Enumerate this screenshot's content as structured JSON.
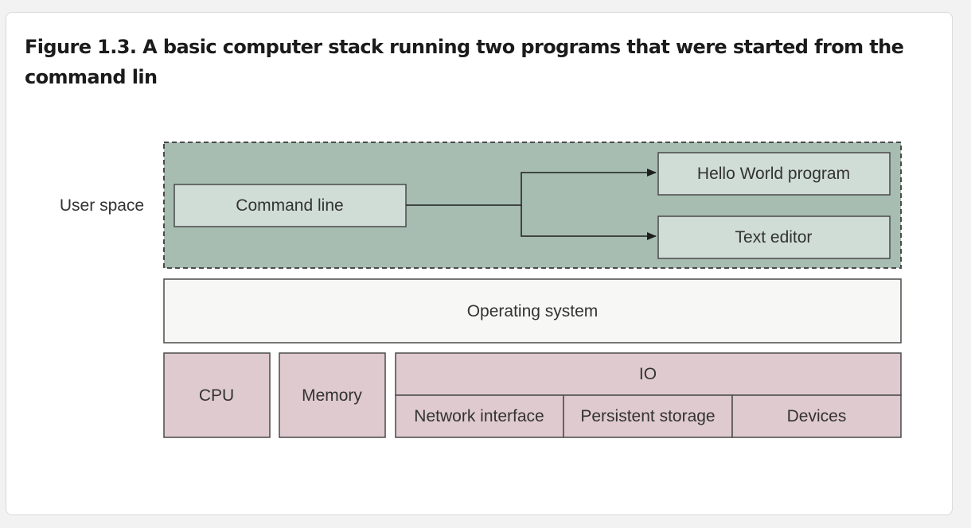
{
  "figure": {
    "caption": "Figure 1.3. A basic computer stack running two programs that were started from the command lin",
    "user_space_label": "User space",
    "command_line": "Command line",
    "hello_world_program": "Hello World program",
    "text_editor": "Text editor",
    "operating_system": "Operating system",
    "cpu": "CPU",
    "memory": "Memory",
    "io": "IO",
    "network_interface": "Network interface",
    "persistent_storage": "Persistent storage",
    "devices": "Devices"
  },
  "colors": {
    "user_space_fill": "#a7bdb1",
    "program_box_fill": "#d0ddd6",
    "os_fill": "#f7f7f5",
    "hardware_fill": "#dfcacf",
    "stroke": "#4a4a4a"
  }
}
